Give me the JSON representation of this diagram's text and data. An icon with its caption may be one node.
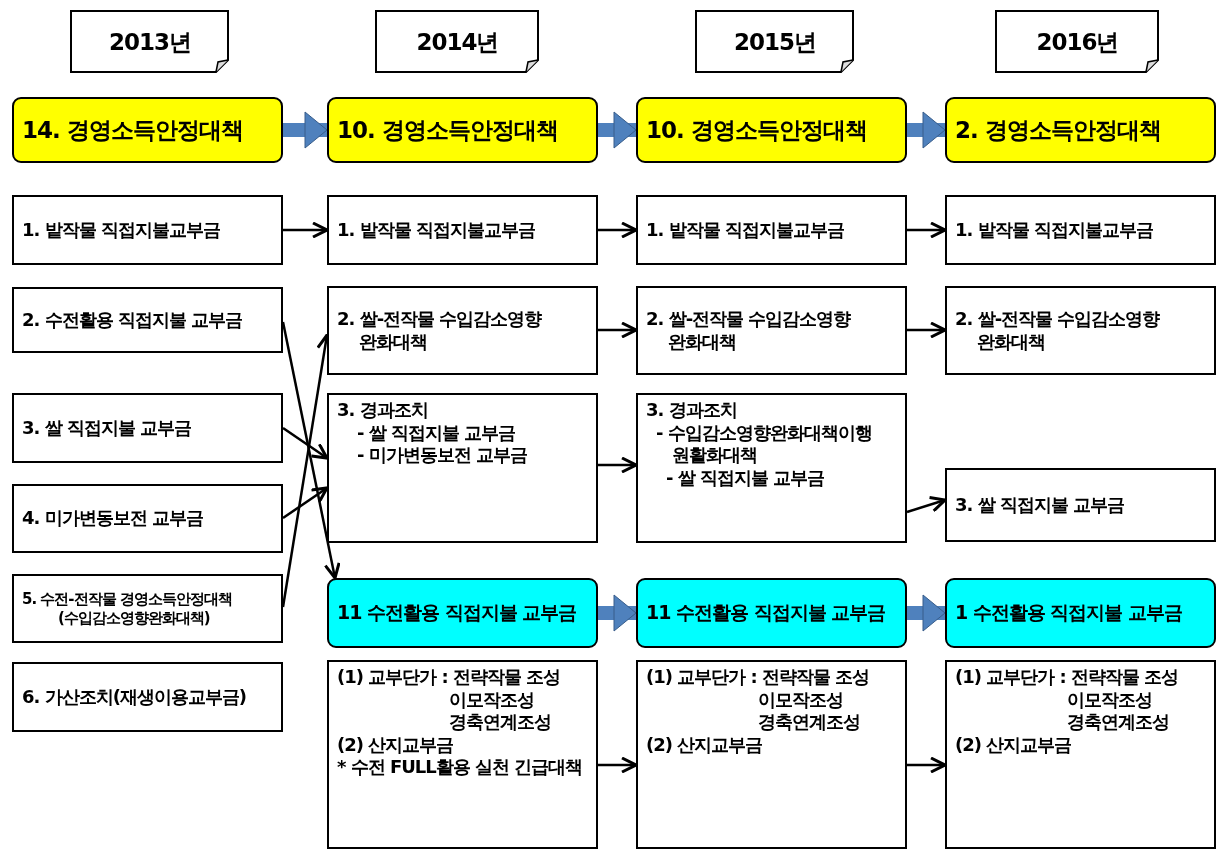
{
  "diagram": {
    "nodes": [
      {
        "text": [
          "2013년"
        ]
      },
      {
        "text": [
          "2014년"
        ]
      },
      {
        "text": [
          "2015년"
        ]
      },
      {
        "text": [
          "2016년"
        ]
      },
      {
        "text": [
          "14. 경영소득안정대책"
        ]
      },
      {
        "text": [
          "10. 경영소득안정대책"
        ]
      },
      {
        "text": [
          "10. 경영소득안정대책"
        ]
      },
      {
        "text": [
          "2. 경영소득안정대책"
        ]
      },
      {
        "text": [
          "1. 밭작물 직접지불교부금"
        ]
      },
      {
        "text": [
          "2. 수전활용 직접지불 교부금"
        ]
      },
      {
        "text": [
          "3. 쌀 직접지불 교부금"
        ]
      },
      {
        "text": [
          "4. 미가변동보전 교부금"
        ]
      },
      {
        "text": [
          "5. 수전-전작물 경영소득안정대책 (수입감소영향완화대책)"
        ]
      },
      {
        "text": [
          "6. 가산조치(재생이용교부금)"
        ]
      },
      {
        "text": [
          "1. 밭작물 직접지불교부금"
        ]
      },
      {
        "text": [
          "2. 쌀-전작물 수입감소영향 완화대책"
        ]
      },
      {
        "text": [
          "3. 경과조치",
          "- 쌀 직접지불 교부금",
          "- 미가변동보전 교부금"
        ]
      },
      {
        "text": [
          "11 수전활용 직접지불 교부금"
        ]
      },
      {
        "text": [
          "(1) 교부단가 : 전략작물 조성",
          "이모작조성",
          "경축연계조성",
          "(2) 산지교부금",
          "* 수전 FULL활용 실천 긴급대책"
        ]
      },
      {
        "text": [
          "1. 밭작물 직접지불교부금"
        ]
      },
      {
        "text": [
          "2. 쌀-전작물 수입감소영향 완화대책"
        ]
      },
      {
        "text": [
          "3. 경과조치",
          "- 수입감소영향완화대책이행 원활화대책",
          "- 쌀 직접지불 교부금"
        ]
      },
      {
        "text": [
          "11 수전활용 직접지불 교부금"
        ]
      },
      {
        "text": [
          "(1) 교부단가 : 전략작물 조성",
          "이모작조성",
          "경축연계조성",
          "(2) 산지교부금"
        ]
      },
      {
        "text": [
          "1. 밭작물 직접지불교부금"
        ]
      },
      {
        "text": [
          "2. 쌀-전작물 수입감소영향 완화대책"
        ]
      },
      {
        "text": [
          "3. 쌀 직접지불 교부금"
        ]
      },
      {
        "text": [
          "1 수전활용 직접지불 교부금"
        ]
      },
      {
        "text": [
          "(1) 교부단가 : 전략작물 조성",
          "이모작조성",
          "경축연계조성",
          "(2) 산지교부금"
        ]
      }
    ],
    "edges": [
      {
        "from": 4,
        "to": 5,
        "arrow": "to",
        "style": "thick",
        "color": "#4f81bd"
      },
      {
        "from": 5,
        "to": 6,
        "arrow": "to",
        "style": "thick",
        "color": "#4f81bd"
      },
      {
        "from": 6,
        "to": 7,
        "arrow": "to",
        "style": "thick",
        "color": "#4f81bd"
      },
      {
        "from": 17,
        "to": 22,
        "arrow": "to",
        "style": "thick",
        "color": "#4f81bd"
      },
      {
        "from": 22,
        "to": 27,
        "arrow": "to",
        "style": "thick",
        "color": "#4f81bd"
      },
      {
        "from": 8,
        "to": 14,
        "arrow": "to"
      },
      {
        "from": 14,
        "to": 19,
        "arrow": "to"
      },
      {
        "from": 19,
        "to": 24,
        "arrow": "to"
      },
      {
        "from": 15,
        "to": 20,
        "arrow": "to"
      },
      {
        "from": 20,
        "to": 25,
        "arrow": "to"
      },
      {
        "from": 16,
        "to": 21,
        "arrow": "to"
      },
      {
        "from": 21,
        "to": 26,
        "arrow": "to"
      },
      {
        "from": 9,
        "to": 17,
        "arrow": "to"
      },
      {
        "from": 10,
        "to": 16,
        "arrow": "to"
      },
      {
        "from": 11,
        "to": 16,
        "arrow": "to"
      },
      {
        "from": 12,
        "to": 15,
        "arrow": "to"
      },
      {
        "from": 18,
        "to": 23,
        "arrow": "to"
      },
      {
        "from": 23,
        "to": 28,
        "arrow": "to"
      }
    ]
  }
}
